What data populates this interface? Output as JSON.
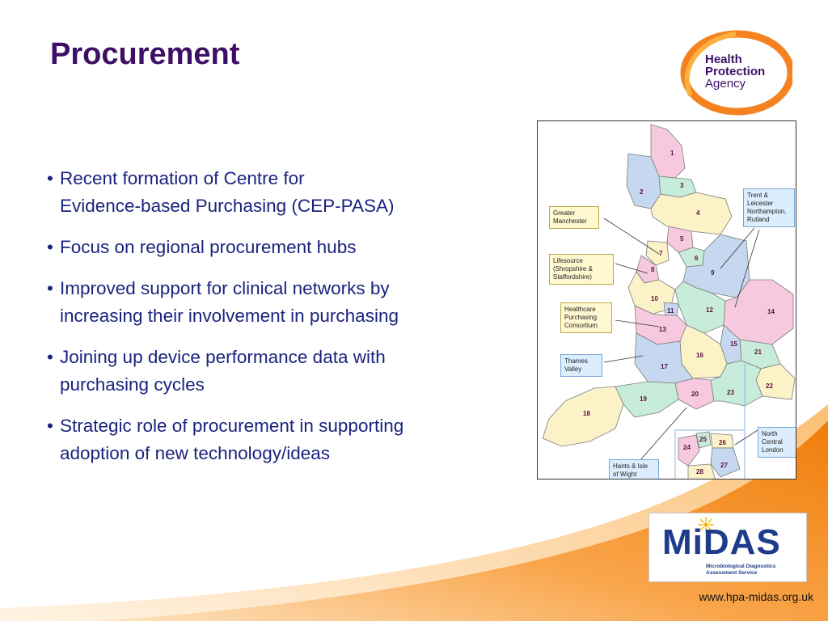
{
  "slide": {
    "title": "Procurement",
    "url": "www.hpa-midas.org.uk"
  },
  "logo": {
    "line1": "Health",
    "line2": "Protection",
    "line3": "Agency"
  },
  "bullets": [
    "Recent formation of Centre for Evidence-based Purchasing (CEP-PASA)",
    "Focus on regional procurement hubs",
    "Improved support for clinical networks by increasing their involvement in purchasing",
    "Joining up device performance data with purchasing cycles",
    "Strategic role of procurement in supporting adoption of new technology/ideas"
  ],
  "bullet_lines": [
    [
      "Recent formation of Centre for",
      "Evidence-based Purchasing (CEP-PASA)"
    ],
    [
      "Focus on regional procurement hubs"
    ],
    [
      "Improved support for clinical networks by",
      "increasing their involvement in purchasing"
    ],
    [
      "Joining up device performance data with",
      "purchasing cycles"
    ],
    [
      "Strategic role of procurement in supporting",
      "adoption of new technology/ideas"
    ]
  ],
  "map": {
    "callouts": {
      "greater_manchester": "Greater Manchester",
      "lifesource": "Lifesource (Shropshire & Staffordshire)",
      "healthcare_purchasing": "Healthcare Purchasing Consortium",
      "thames_valley": "Thames Valley",
      "hants": "Hants & Isle of Wight",
      "trent": "Trent & Leicester Northampton, Rutland",
      "north_central_london": "North Central London"
    },
    "region_numbers": [
      "1",
      "2",
      "3",
      "4",
      "5",
      "6",
      "7",
      "8",
      "9",
      "10",
      "11",
      "12",
      "13",
      "14",
      "15",
      "16",
      "17",
      "18",
      "19",
      "20",
      "21",
      "22",
      "23",
      "24",
      "25",
      "26",
      "27",
      "28"
    ]
  },
  "midas": {
    "wordmark": "MiDAS",
    "subtitle_line1": "Microbiological Diagnostics",
    "subtitle_line2": "Assessment Service"
  },
  "colors": {
    "title": "#3d1066",
    "bullet_text": "#1a237e",
    "swoosh": "#f58220",
    "midas_blue": "#1f3c8a"
  }
}
